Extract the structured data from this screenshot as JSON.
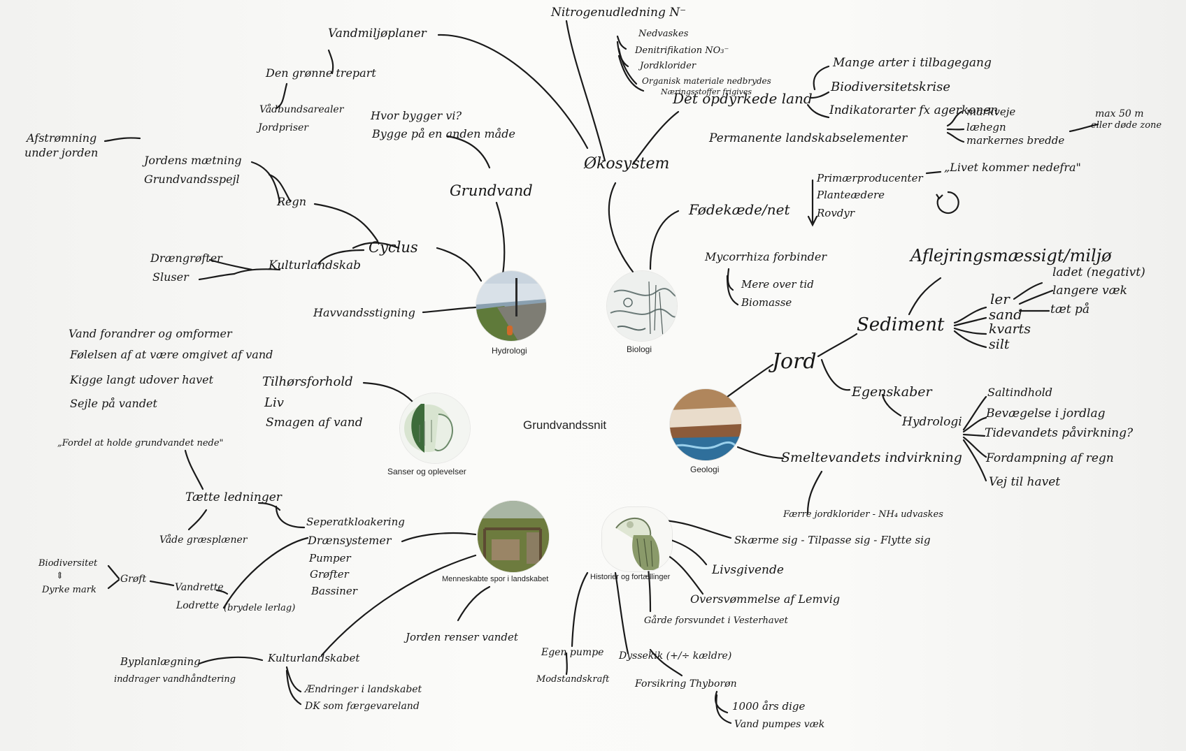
{
  "center": "Grundvandssnit",
  "hubs": {
    "hydrologi": "Hydrologi",
    "biologi": "Biologi",
    "geologi": "Geologi",
    "sanser": "Sanser og oplevelser",
    "menneske": "Menneskabte spor i landskabet",
    "historier": "Historier og fortællinger"
  },
  "hydrologi": {
    "grundvand": "Grundvand",
    "hvor_bygger": "Hvor bygger vi?",
    "bygge_anden": "Bygge på en anden måde",
    "vandmiljoplaner": "Vandmiljøplaner",
    "gronne_trepart": "Den grønne trepart",
    "vaadbund": "Vådbundsarealer",
    "jordpriser": "Jordpriser",
    "cyclus": "Cyclus",
    "regn": "Regn",
    "jordens_maetning": "Jordens mætning",
    "grundvandsspejl": "Grundvandsspejl",
    "afstromning_1": "Afstrømning",
    "afstromning_2": "under jorden",
    "kulturlandskab": "Kulturlandskab",
    "draengrofter": "Drængrøfter",
    "sluser": "Sluser",
    "havvandsstigning": "Havvandsstigning"
  },
  "biologi": {
    "okosystem": "Økosystem",
    "nitrogen": "Nitrogenudledning N⁻",
    "nitrogen_items": [
      "Nedvaskes",
      "Denitrifikation NO₃⁻",
      "Jordklorider",
      "Organisk materiale nedbrydes",
      "Næringsstoffer frigives"
    ],
    "opdyrkede": "Det opdyrkede land",
    "opdyrkede_items": [
      "Mange arter i tilbagegang",
      "Biodiversitetskrise",
      "Indikatorarter fx agerkonen"
    ],
    "permanente": "Permanente landskabselementer",
    "permanente_items": [
      "markveje",
      "læhegn",
      "markernes bredde"
    ],
    "max50_1": "max 50 m",
    "max50_2": "eller døde zone",
    "fodekaede": "Fødekæde/net",
    "fodekaede_items": [
      "Primærproducenter",
      "Planteædere",
      "Rovdyr"
    ],
    "livet_nedefra": "„Livet kommer nedefra\"",
    "mycorrhiza": "Mycorrhiza forbinder",
    "mycorrhiza_items": [
      "Mere over tid",
      "Biomasse"
    ]
  },
  "geologi": {
    "jord": "Jord",
    "sediment": "Sediment",
    "aflejring": "Aflejringsmæssigt/miljø",
    "sediment_types": [
      "ler",
      "sand",
      "kvarts",
      "silt"
    ],
    "ler_notes": [
      "ladet (negativt)",
      "langere væk",
      "tæt på"
    ],
    "egenskaber": "Egenskaber",
    "hydrologi": "Hydrologi",
    "hydrologi_items": [
      "Saltindhold",
      "Bevægelse i jordlag",
      "Tidevandets påvirkning?",
      "Fordampning af regn",
      "Vej til havet"
    ],
    "smeltevand": "Smeltevandets indvirkning",
    "faerre": "Færre jordklorider - NH₄ udvaskes"
  },
  "sanser": {
    "notes": [
      "Vand forandrer og omformer",
      "Følelsen af at være omgivet af vand",
      "Kigge langt udover havet",
      "Sejle på vandet"
    ],
    "items": [
      "Tilhørsforhold",
      "Liv",
      "Smagen af vand"
    ]
  },
  "menneske": {
    "fordel": "„Fordel at holde grundvandet nede\"",
    "taette": "Tætte ledninger",
    "vaade": "Våde græsplæner",
    "systems": [
      "Seperatkloakering",
      "Drænsystemer",
      "Pumper",
      "Grøfter",
      "Bassiner"
    ],
    "biodiversitet": "Biodiversitet",
    "arrow": "⇕",
    "dyrke": "Dyrke mark",
    "grofft": "Grøft",
    "vandret": "Vandrette",
    "lodret": "Lodrette",
    "brydelag": "(brydele lerlag)",
    "jorden_renser": "Jorden renser vandet",
    "kulturlandskabet": "Kulturlandskabet",
    "byplan_1": "Byplanlægning",
    "byplan_2": "inddrager vandhåndtering",
    "aendringer": "Ændringer i landskabet",
    "dk": "DK som færgevareland"
  },
  "historier": {
    "skaeme": "Skærme sig - Tilpasse sig - Flytte sig",
    "livsgivende": "Livsgivende",
    "oversvommelse": "Oversvømmelse af Lemvig",
    "gaarde": "Gårde forsvundet i Vesterhavet",
    "egen_pumpe": "Egen pumpe",
    "modstand": "Modstandskraft",
    "dyssekik": "Dyssekik (+/÷ kældre)",
    "forsikring": "Forsikring Thyborøn",
    "dige": "1000 års dige",
    "vand_pumpes": "Vand pumpes væk"
  }
}
